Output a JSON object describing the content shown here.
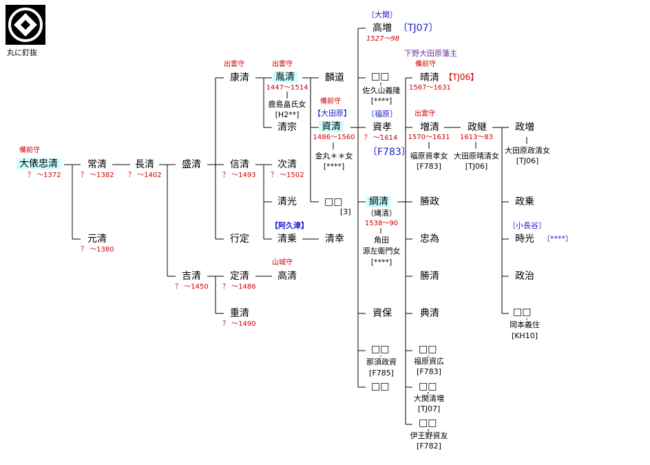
{
  "crest": {
    "icon": "maru-ni-kuginuki-crest-icon",
    "caption": "丸に釘抜"
  },
  "colors": {
    "title": "#cc0000",
    "ref": "#1a1acc",
    "highlight": "#ccffff",
    "note": "#663399",
    "line": "#000000"
  },
  "people": {
    "tadakiyo": {
      "title": "備前守",
      "name": "大俵忠清",
      "dates": "？ ～1372"
    },
    "tsunekiyo": {
      "name": "常清",
      "dates": "？ ～1382"
    },
    "motokiyo": {
      "name": "元清",
      "dates": "？ ～1380"
    },
    "nagakiyo": {
      "name": "長清",
      "dates": "？ ～1402"
    },
    "morikiyo": {
      "name": "盛清"
    },
    "yoshikiyo": {
      "name": "吉清",
      "dates": "？ ～1450"
    },
    "yasukiyo": {
      "title": "出雲守",
      "name": "康清"
    },
    "nobukiyo": {
      "name": "信清",
      "dates": "？ ～1493"
    },
    "yukisada": {
      "name": "行定"
    },
    "sadakiyo": {
      "name": "定清",
      "dates": "？ ～1486"
    },
    "shigekiyo": {
      "name": "重清",
      "dates": "？ ～1490"
    },
    "takakiyo": {
      "title": "出雲守",
      "name": "胤清",
      "dates": "1447～1514",
      "spouse": "鹿島畠氏女",
      "ref": "[H2**]"
    },
    "kiyomune": {
      "name": "清宗"
    },
    "tsugikiyo": {
      "name": "次清",
      "dates": "？ ～1502"
    },
    "kiyomitsu": {
      "name": "清光"
    },
    "kiyonori": {
      "tag": "【阿久津】",
      "name": "清乗"
    },
    "takakiyo2": {
      "title": "山城守",
      "name": "高清"
    },
    "rindo": {
      "name": "麟道"
    },
    "sukekiyo": {
      "title": "備前守",
      "tag": "【大田原】",
      "name": "資清",
      "dates": "1486～1560",
      "spouse": "金丸＊＊女",
      "ref": "[****]"
    },
    "box3": {
      "name": "□□",
      "ref": "[3]"
    },
    "kiyoyuki": {
      "name": "清幸"
    },
    "takamasu": {
      "tag": "〔大関〕",
      "name": "高増",
      "ref": "〔TJ07〕",
      "dates": "1527～98"
    },
    "boxSakuyama": {
      "name": "□□",
      "spouse": "佐久山義隆",
      "ref": "[****]"
    },
    "suketaka": {
      "tag": "〔福原〕",
      "name": "資孝",
      "dates": "？ ～1614",
      "ref": "〔F783〕"
    },
    "tsunakiyo": {
      "name": "綱清",
      "note": "（縄清）",
      "dates": "1538～90",
      "spouse1": "角田",
      "spouse2": "源左衛門女",
      "ref": "[****]"
    },
    "sukeyasu": {
      "name": "資保"
    },
    "boxNasu": {
      "name": "□□",
      "spouse": "那須政資",
      "ref": "[F785]"
    },
    "boxLast": {
      "name": "□□"
    },
    "harukiyo": {
      "note": "下野大田原藩主",
      "title": "備前守",
      "name": "晴清",
      "ref": "【TJ06】",
      "dates": "1567～1631"
    },
    "masukiyo": {
      "title": "出雲守",
      "name": "増清",
      "dates": "1570～1631",
      "spouse": "福原資孝女",
      "ref": "[F783]"
    },
    "katsumasa": {
      "name": "勝政"
    },
    "tadatame": {
      "name": "忠為"
    },
    "katsukiyo": {
      "name": "勝清"
    },
    "norikiyo": {
      "name": "典清"
    },
    "boxFukuhara": {
      "name": "□□",
      "spouse": "福原資広",
      "ref": "[F783]"
    },
    "boxOzeki": {
      "name": "□□",
      "spouse": "大関清増",
      "ref": "[TJ07]"
    },
    "boxIono": {
      "name": "□□",
      "spouse": "伊王野資友",
      "ref": "[F782]"
    },
    "masatsugu": {
      "name": "政継",
      "dates": "1613～83",
      "spouse": "大田原晴清女",
      "ref": "[TJ06]"
    },
    "masamasu": {
      "name": "政増",
      "spouse": "大田原政清女",
      "ref": "[TJ06]"
    },
    "masanori": {
      "name": "政乗"
    },
    "tokimitsu": {
      "tag": "〔小長谷〕",
      "name": "時光",
      "ref": "〔****〕"
    },
    "masaharu": {
      "name": "政治"
    },
    "boxOkamoto": {
      "name": "□□",
      "spouse": "岡本義住",
      "ref": "[KH10]"
    }
  }
}
